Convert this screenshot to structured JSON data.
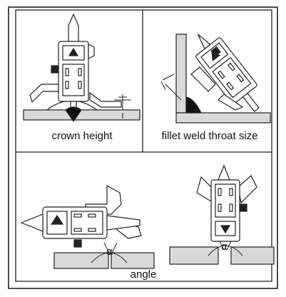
{
  "panels": {
    "crown": {
      "caption": "crown height"
    },
    "fillet": {
      "caption": "fillet weld throat size"
    },
    "angle": {
      "caption": "angle",
      "symbol_left": "α",
      "symbol_right": "α"
    }
  },
  "colors": {
    "line": "#222222",
    "metal": "#d9d9d9",
    "weld": "#111111",
    "gauge_face": "#ffffff"
  }
}
